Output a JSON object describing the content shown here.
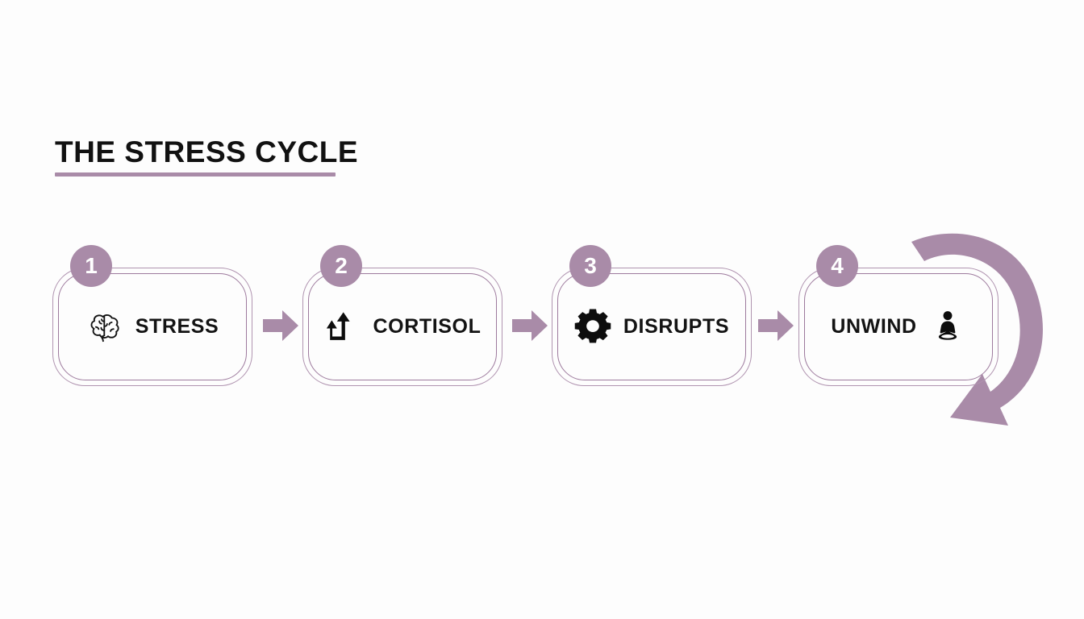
{
  "slide": {
    "background_color": "#FDFDFD",
    "accent_color": "#A98BA8",
    "border_color": "#9D7A9D",
    "text_color": "#131313"
  },
  "header": {
    "title": "THE STRESS CYCLE"
  },
  "flow": {
    "steps": [
      {
        "number": "1",
        "label": "STRESS",
        "icon": "brain-icon",
        "icon_position": "left"
      },
      {
        "number": "2",
        "label": "CORTISOL",
        "icon": "rising-arrows-icon",
        "icon_position": "left"
      },
      {
        "number": "3",
        "label": "DISRUPTS",
        "icon": "gear-icon",
        "icon_position": "left"
      },
      {
        "number": "4",
        "label": "UNWIND",
        "icon": "meditation-icon",
        "icon_position": "right"
      }
    ],
    "connectors": [
      {
        "icon": "arrow-right-icon"
      },
      {
        "icon": "arrow-right-icon"
      },
      {
        "icon": "arrow-right-icon"
      }
    ],
    "loop": {
      "icon": "loop-arrow-icon"
    }
  }
}
